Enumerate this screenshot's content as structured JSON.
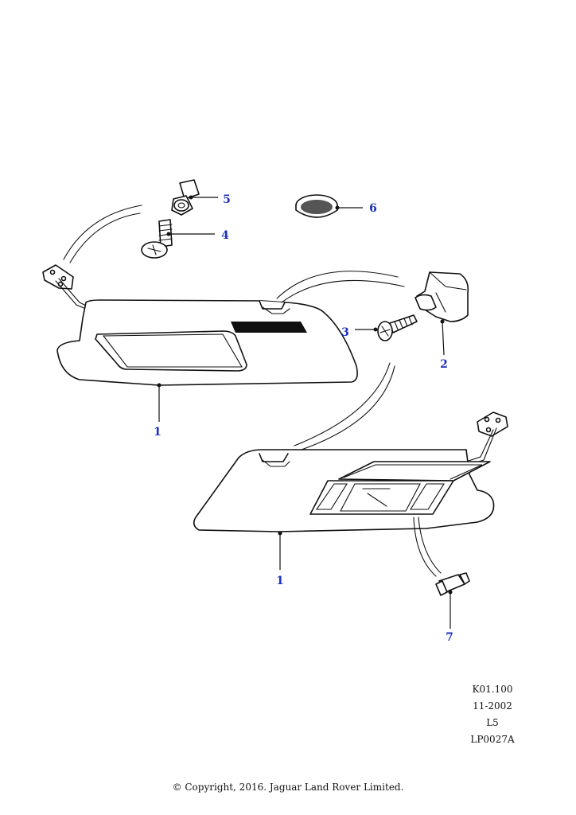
{
  "callouts": {
    "part_1_upper": "1",
    "part_1_lower": "1",
    "part_2": "2",
    "part_3": "3",
    "part_4": "4",
    "part_5": "5",
    "part_6": "6",
    "part_7": "7"
  },
  "reference": {
    "code": "K01.100",
    "date": "11-2002",
    "model": "L5",
    "illustration_id": "LP0027A"
  },
  "copyright": "© Copyright, 2016. Jaguar Land Rover Limited."
}
